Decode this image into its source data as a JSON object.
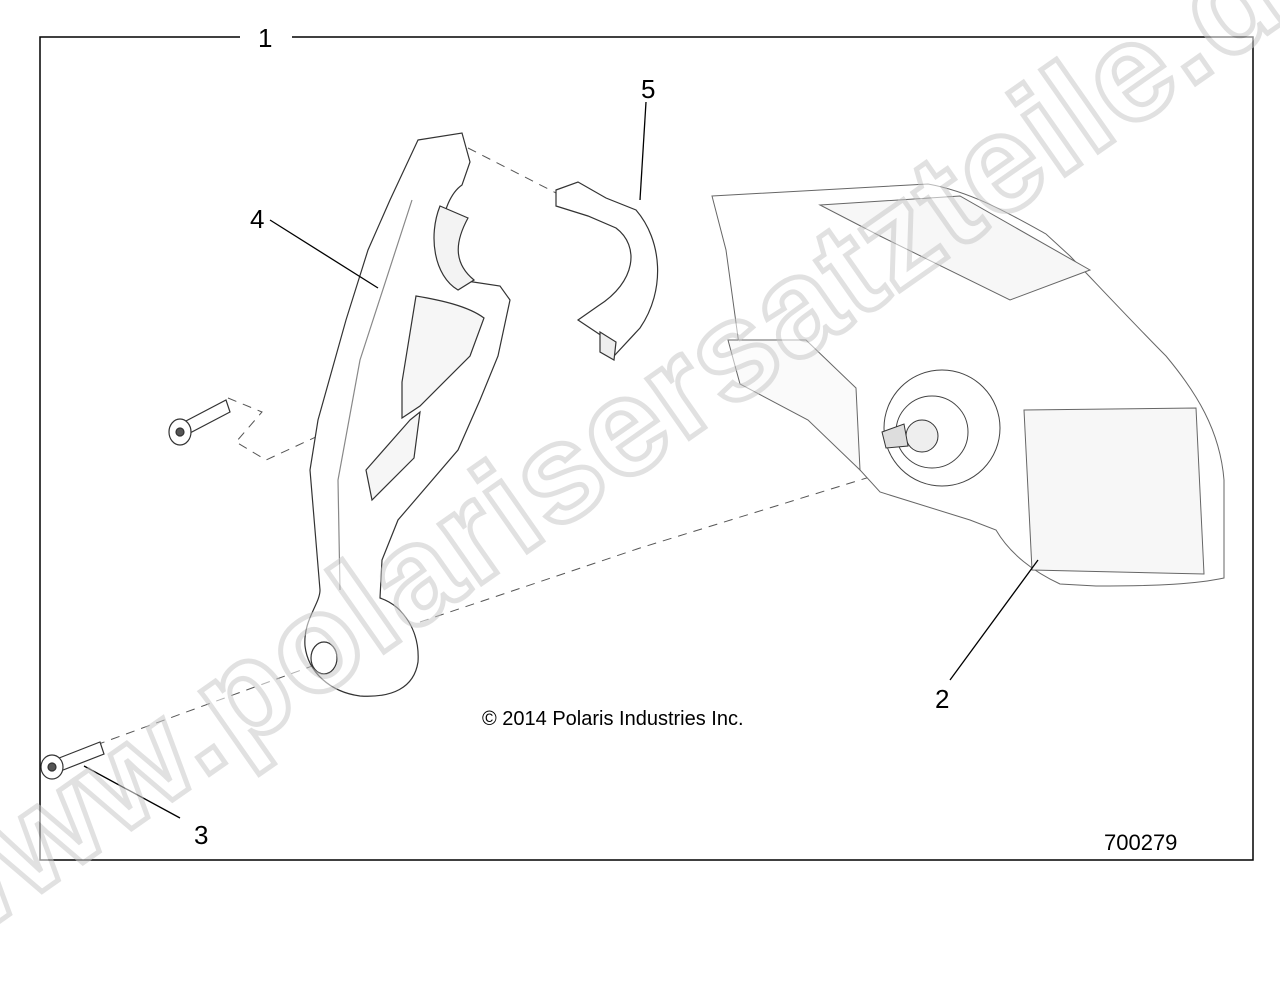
{
  "diagram": {
    "callouts": {
      "assembly": "1",
      "cover": "2",
      "screw": "3",
      "bracket": "4",
      "clamp": "5"
    },
    "copyright": "© 2014 Polaris Industries Inc.",
    "figure_number": "700279",
    "watermark": "www.polarisersatzteile.de"
  }
}
